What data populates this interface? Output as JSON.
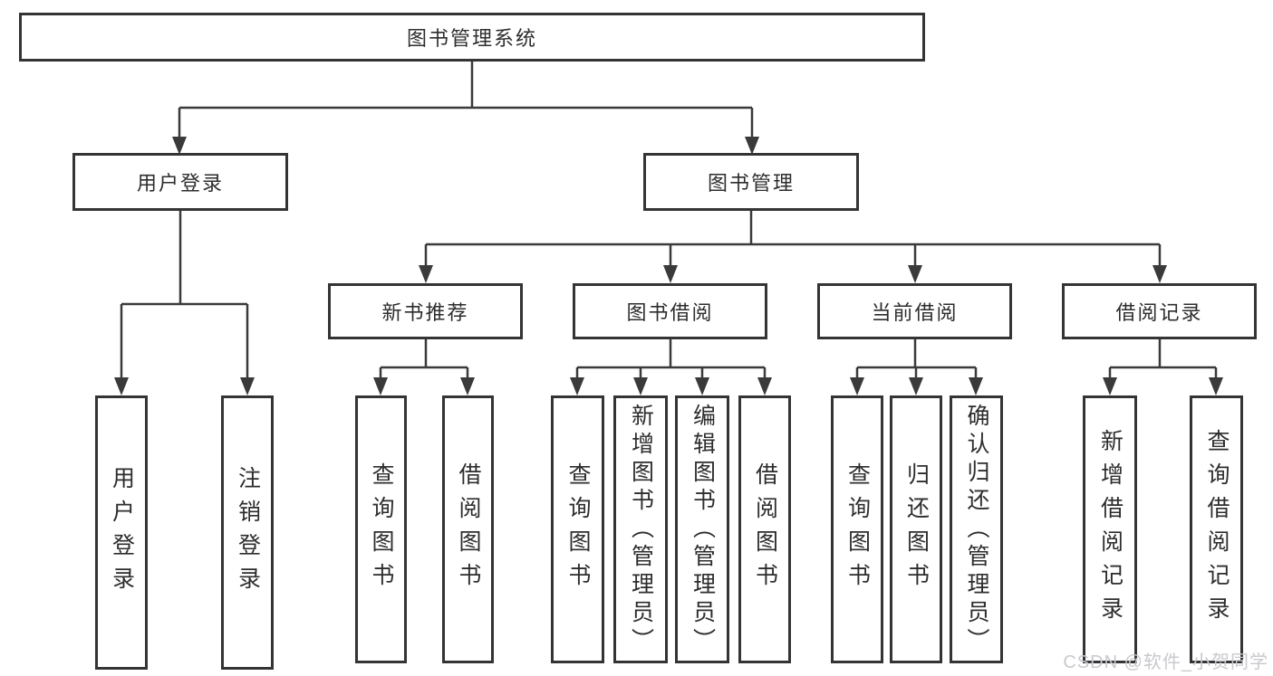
{
  "diagram": {
    "root": {
      "label": "图书管理系统"
    },
    "branches": [
      {
        "label": "用户登录",
        "children": [
          {
            "label": "用户登录"
          },
          {
            "label": "注销登录"
          }
        ]
      },
      {
        "label": "图书管理",
        "children": [
          {
            "label": "新书推荐",
            "children": [
              {
                "label": "查询图书"
              },
              {
                "label": "借阅图书"
              }
            ]
          },
          {
            "label": "图书借阅",
            "children": [
              {
                "label": "查询图书"
              },
              {
                "label": "新增图书（管理员）"
              },
              {
                "label": "编辑图书（管理员）"
              },
              {
                "label": "借阅图书"
              }
            ]
          },
          {
            "label": "当前借阅",
            "children": [
              {
                "label": "查询图书"
              },
              {
                "label": "归还图书"
              },
              {
                "label": "确认归还（管理员）"
              }
            ]
          },
          {
            "label": "借阅记录",
            "children": [
              {
                "label": "新增借阅记录"
              },
              {
                "label": "查询借阅记录"
              }
            ]
          }
        ]
      }
    ]
  },
  "watermark": {
    "text": "CSDN @软件_小贺同学"
  },
  "colors": {
    "line": "#3a3a3a",
    "box_border": "#343434",
    "text": "#2d2d2d",
    "watermark": "#c9c9ce",
    "background": "#ffffff"
  }
}
